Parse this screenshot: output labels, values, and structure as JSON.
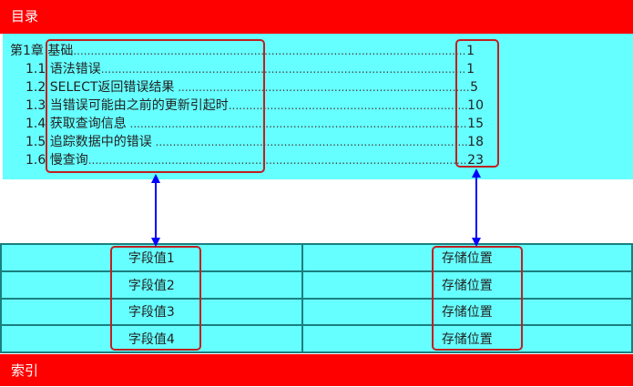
{
  "toc": {
    "header": "目录",
    "entries": [
      {
        "title": "第1章 基础",
        "page": "1"
      },
      {
        "title": "1.1 语法错误",
        "page": "1"
      },
      {
        "title": "1.2 SELECT返回错误结果",
        "page": "5"
      },
      {
        "title": "1.3 当错误可能由之前的更新引起时",
        "page": "10"
      },
      {
        "title": "1.4 获取查询信息",
        "page": "15"
      },
      {
        "title": "1.5 追踪数据中的错误",
        "page": "18"
      },
      {
        "title": "1.6 慢查询",
        "page": "23"
      }
    ]
  },
  "index": {
    "footer": "索引",
    "rows": [
      {
        "value": "字段值1",
        "location": "存储位置"
      },
      {
        "value": "字段值2",
        "location": "存储位置"
      },
      {
        "value": "字段值3",
        "location": "存储位置"
      },
      {
        "value": "字段值4",
        "location": "存储位置"
      }
    ]
  },
  "colors": {
    "header_bar": "#ff0000",
    "panel": "#66ffff",
    "highlight_border": "#c02020",
    "arrow": "#0000ff"
  }
}
